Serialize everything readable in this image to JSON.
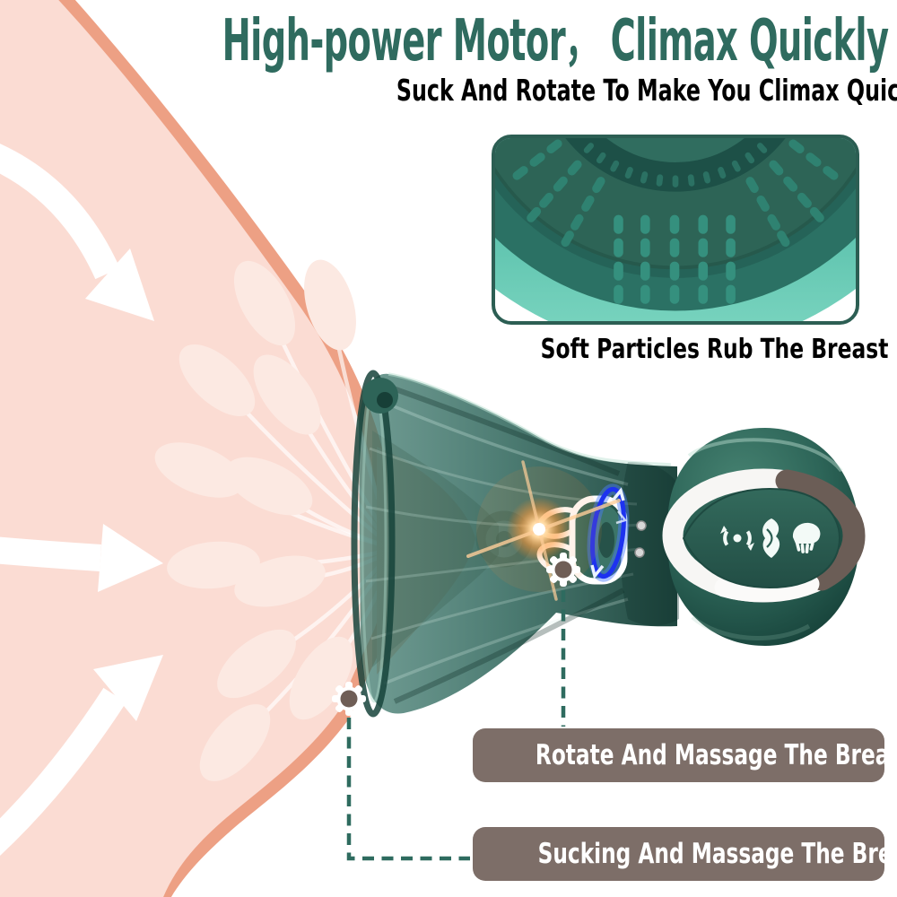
{
  "header": {
    "title": "High-power Motor， Climax Quickly",
    "subtitle": "Suck And Rotate To Make You Climax Quickly"
  },
  "inset": {
    "caption": "Soft Particles Rub The Breast"
  },
  "callouts": [
    {
      "label": "Rotate And Massage The Breast"
    },
    {
      "label": "Sucking And Massage The Breast"
    }
  ],
  "icons": [
    "rotate-mode-icon",
    "lips-mode-icon",
    "suction-mode-icon",
    "gear-marker-icon",
    "rotation-direction-arrows",
    "suction-flow-arrows"
  ],
  "colors": {
    "title_green": "#2f6b5f",
    "text_black": "#000000",
    "device_green_dark": "#123830",
    "device_green": "#2d6557",
    "device_green_light": "#4b8b7a",
    "breast_peach": "#fbdcd3",
    "breast_border": "#eda084",
    "petal_peach": "#fce9e2",
    "callout_bg": "#7d6e68",
    "callout_text": "#ffffff",
    "leader_line": "#2e6b5f",
    "glow_blue": "#2244f5",
    "flare_orange": "#ff9b3d",
    "chrome_light": "#f7f6f4",
    "chrome_dark": "#6b5d56",
    "inset_border": "#2c5e53"
  }
}
